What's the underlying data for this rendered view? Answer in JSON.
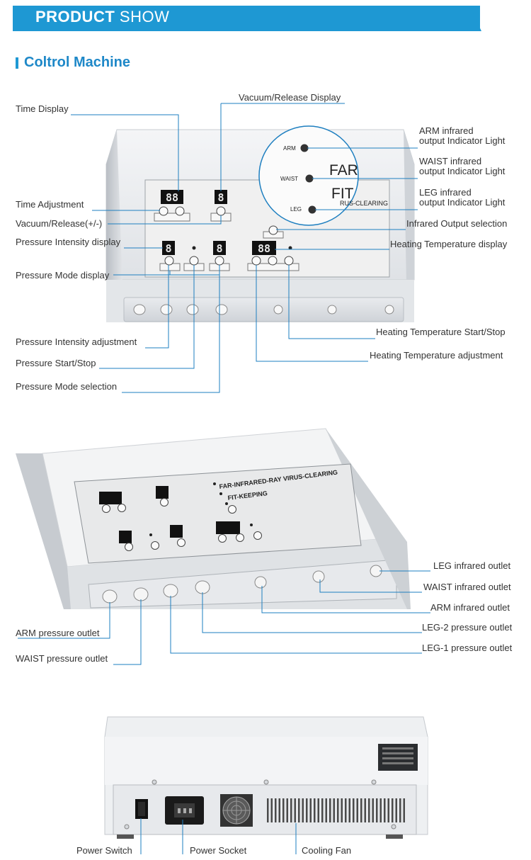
{
  "header": {
    "title_bold": "PRODUCT",
    "title_light": "SHOW",
    "section_title": "Coltrol Machine"
  },
  "front_panel": {
    "callouts_left": [
      "Time Display",
      "Time Adjustment",
      "Vacuum/Release(+/-)",
      "Pressure Intensity display",
      "Pressure Mode display",
      "Pressure Intensity adjustment",
      "Pressure Start/Stop",
      "Pressure Mode selection"
    ],
    "callouts_top": "Vacuum/Release Display",
    "callouts_right": {
      "arm_light_1": "ARM infrared",
      "arm_light_2": "output Indicator Light",
      "waist_light_1": "WAIST infrared",
      "waist_light_2": "output Indicator Light",
      "leg_light_1": "LEG infrared",
      "leg_light_2": "output Indicator Light",
      "infrared_select": "Infrared Output selection",
      "heat_display": "Heating Temperature display",
      "heat_startstop": "Heating Temperature Start/Stop",
      "heat_adjust": "Heating Temperature adjustment"
    },
    "magnifier": {
      "arm": "ARM",
      "waist": "WAIST",
      "leg": "LEG",
      "big_text_1": "FAR",
      "big_text_2": "FIT",
      "band_text": "RUS-CLEARING"
    },
    "display_digits": {
      "time": "88",
      "vacuum": "8",
      "intensity": "8",
      "mode": "8",
      "temperature": "88"
    }
  },
  "outlets_view": {
    "callouts_right": [
      "LEG infrared outlet",
      "WAIST infrared outlet",
      "ARM infrared outlet",
      "LEG-2 pressure outlet",
      "LEG-1 pressure outlet"
    ],
    "callouts_left": [
      "ARM pressure outlet",
      "WAIST pressure outlet"
    ],
    "panel_title_1": "FAR-INFRARED-RAY VIRUS-CLEARING",
    "panel_title_2": "FIT-KEEPING"
  },
  "rear_view": {
    "callouts_bottom": [
      "Power Switch",
      "Power Socket",
      "Cooling Fan"
    ]
  },
  "colors": {
    "accent": "#1e98d3",
    "section_title": "#1e88c8",
    "leader_line": "#1e7fc0"
  }
}
